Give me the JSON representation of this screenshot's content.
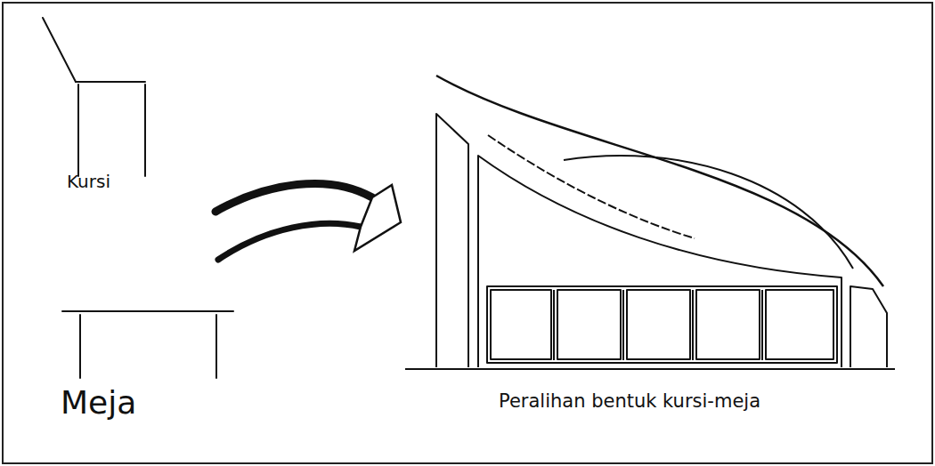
{
  "diagram": {
    "labels": [
      "Kursi",
      "Meja",
      "Peralihan bentuk kursi-meja"
    ]
  }
}
